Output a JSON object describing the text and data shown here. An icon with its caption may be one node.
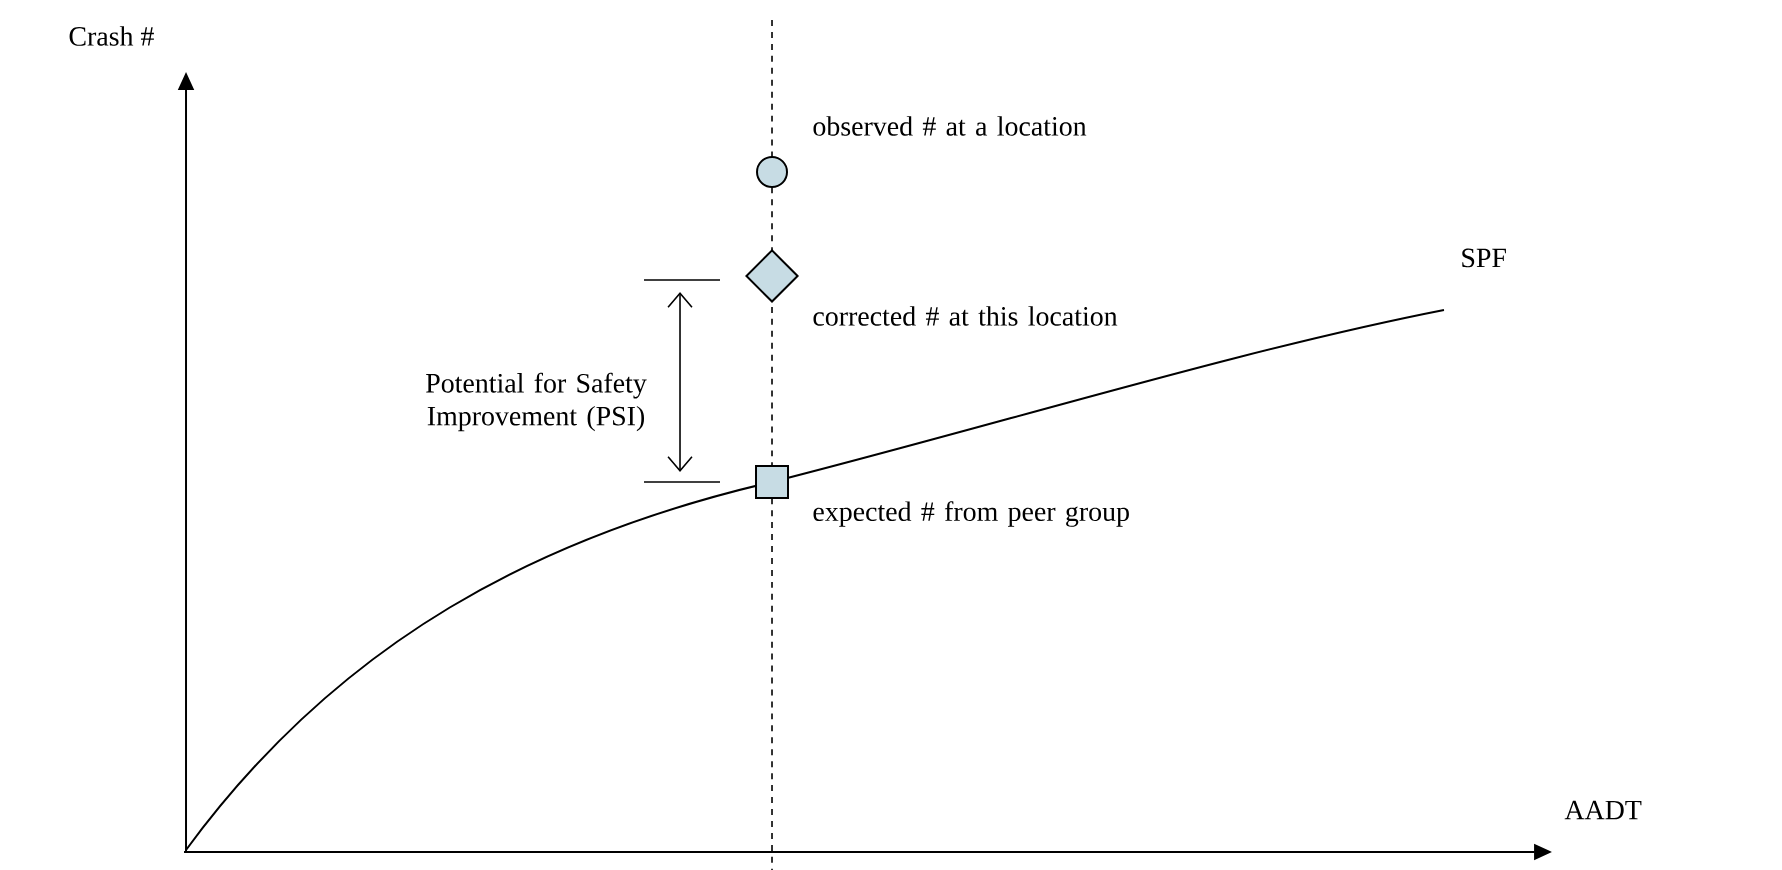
{
  "diagram": {
    "nodes": [
      {
        "text": [],
        "shape": "circle",
        "beside": [
          "observed # at a location"
        ]
      },
      {
        "text": [],
        "shape": "diamond",
        "beside": [
          "corrected # at this location"
        ]
      },
      {
        "text": [],
        "shape": "box",
        "beside": [
          "expected # from peer group"
        ]
      }
    ],
    "labels": [
      "Crash #",
      "Potential for Safety Improvement (PSI)",
      "SPF",
      "AADT"
    ]
  }
}
